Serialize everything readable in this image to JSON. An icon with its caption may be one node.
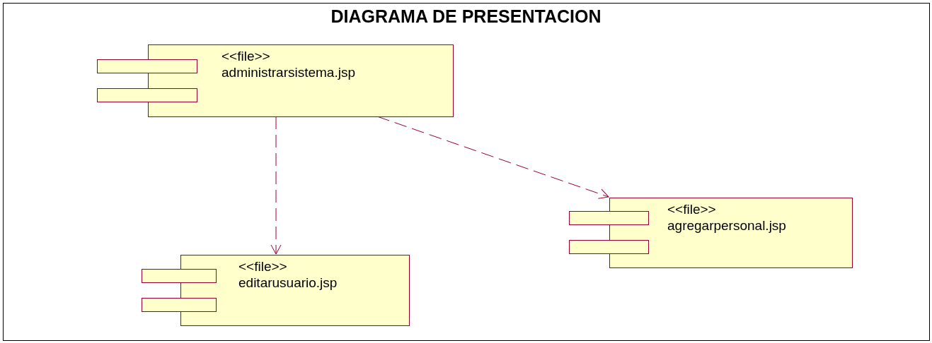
{
  "diagram": {
    "title": "DIAGRAMA DE PRESENTACION",
    "nodes": [
      {
        "text": [
          "<<file>>",
          "administrarsistema.jsp"
        ]
      },
      {
        "text": [
          "<<file>>",
          "agregarpersonal.jsp"
        ]
      },
      {
        "text": [
          "<<file>>",
          "editarusuario.jsp"
        ]
      }
    ],
    "edges": [
      {
        "from": 0,
        "to": 2,
        "arrow": "to",
        "style": "dashed"
      },
      {
        "from": 0,
        "to": 1,
        "arrow": "to",
        "style": "dashed"
      }
    ]
  }
}
